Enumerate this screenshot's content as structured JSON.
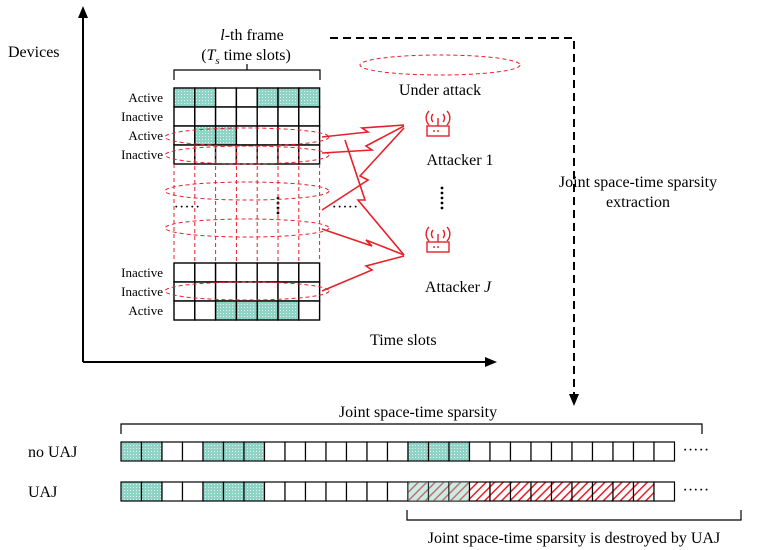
{
  "axes": {
    "y_label": "Devices",
    "x_label": "Time slots"
  },
  "frame": {
    "title_italic": "l",
    "title_rest": "-th frame",
    "subtitle_open": "(",
    "subtitle_T": "T",
    "subtitle_sub": "s",
    "subtitle_rest": " time slots)"
  },
  "devices_top": [
    {
      "label": "Active",
      "filled": [
        0,
        1,
        4,
        5,
        6
      ]
    },
    {
      "label": "Inactive",
      "filled": []
    },
    {
      "label": "Active",
      "filled": [
        1,
        2
      ]
    },
    {
      "label": "Inactive",
      "filled": []
    }
  ],
  "devices_bottom": [
    {
      "label": "Inactive",
      "filled": []
    },
    {
      "label": "Inactive",
      "filled": []
    },
    {
      "label": "Active",
      "filled": [
        2,
        3,
        4,
        5
      ]
    }
  ],
  "ellipsis": "·····",
  "legend": {
    "under_attack": "Under attack"
  },
  "attackers": {
    "first": "Attacker 1",
    "last_prefix": "Attacker ",
    "last_index": "J"
  },
  "extraction": {
    "line1": "Joint space-time sparsity",
    "line2": "extraction"
  },
  "bottom": {
    "title": "Joint space-time sparsity",
    "rows": [
      {
        "label": "no UAJ",
        "filled": [
          0,
          1,
          4,
          5,
          6,
          14,
          15,
          16
        ],
        "hatched": []
      },
      {
        "label": "UAJ",
        "filled": [
          0,
          1,
          4,
          5,
          6
        ],
        "hatched": [
          14,
          15,
          16,
          17,
          18,
          19,
          20,
          21,
          22,
          23,
          24,
          25
        ]
      }
    ],
    "total_cells": 27,
    "trailing": "·····",
    "destroyed_caption": "Joint space-time sparsity is destroyed by UAJ"
  },
  "colors": {
    "active_fill": "#8fd3c6",
    "attack_red": "#e8202a",
    "black": "#000000"
  },
  "icons": [
    "router-icon",
    "arrow-icon"
  ]
}
